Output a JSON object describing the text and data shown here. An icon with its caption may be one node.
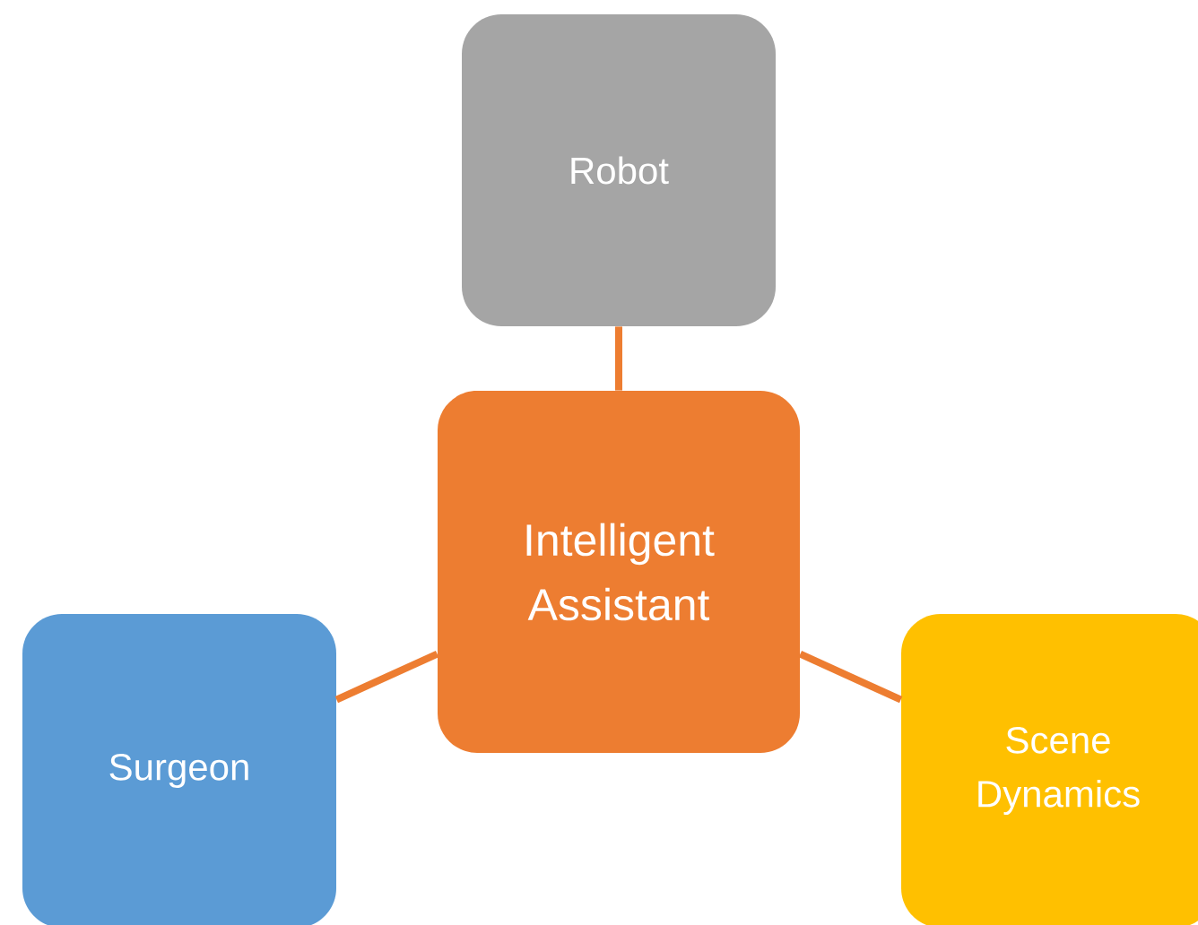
{
  "diagram": {
    "nodes": [
      {
        "text": [
          "Robot"
        ]
      },
      {
        "text": [
          "Intelligent Assistant"
        ]
      },
      {
        "text": [
          "Surgeon"
        ]
      },
      {
        "text": [
          "Scene Dynamics"
        ]
      }
    ],
    "edges": [
      {
        "from": 0,
        "to": 1,
        "arrow": "none"
      },
      {
        "from": 2,
        "to": 1,
        "arrow": "none"
      },
      {
        "from": 1,
        "to": 3,
        "arrow": "none"
      }
    ]
  }
}
